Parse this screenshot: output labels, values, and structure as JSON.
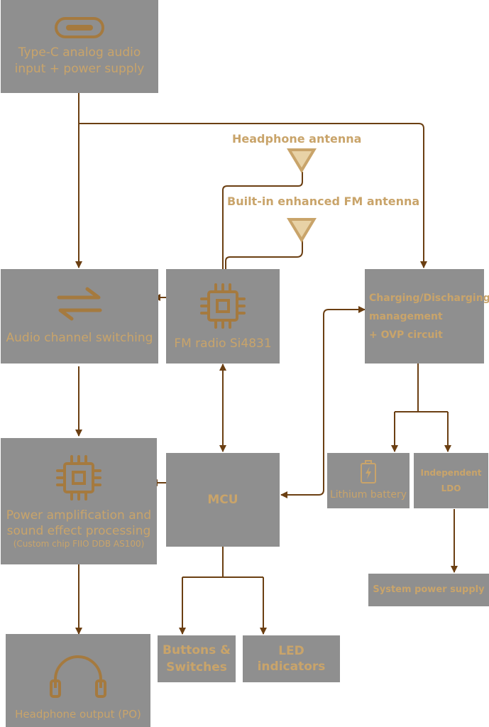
{
  "colors": {
    "box": "#8f8f8f",
    "text": "#c9a46a",
    "line": "#6b3f12",
    "white": "#ffffff"
  },
  "blocks": {
    "typec": {
      "line1": "Type-C analog audio",
      "line2": "input + power supply",
      "icon": "usb-c-port-icon"
    },
    "switching": {
      "label": "Audio channel switching",
      "icon": "swap-arrows-icon"
    },
    "fm": {
      "label": "FM radio Si4831",
      "icon": "chip-icon"
    },
    "charging": {
      "line1": "Charging/Discharging",
      "line2": "management",
      "line3": "+ OVP circuit"
    },
    "amp": {
      "line1": "Power amplification and",
      "line2": "sound effect processing",
      "line3": "(Custom chip FIIO DDB AS100)",
      "icon": "chip-icon"
    },
    "mcu": {
      "label": "MCU"
    },
    "battery": {
      "label": "Lithium battery",
      "icon": "battery-charging-icon"
    },
    "ldo": {
      "line1": "Independent",
      "line2": "LDO"
    },
    "sys_power": {
      "label": "System power supply"
    },
    "buttons": {
      "line1": "Buttons &",
      "line2": "Switches"
    },
    "led": {
      "label": "LED indicators"
    },
    "headphone": {
      "label": "Headphone output (PO)",
      "icon": "headphone-icon"
    }
  },
  "antennas": {
    "headphone": {
      "label": "Headphone antenna"
    },
    "builtin": {
      "label": "Built-in enhanced FM antenna"
    }
  }
}
